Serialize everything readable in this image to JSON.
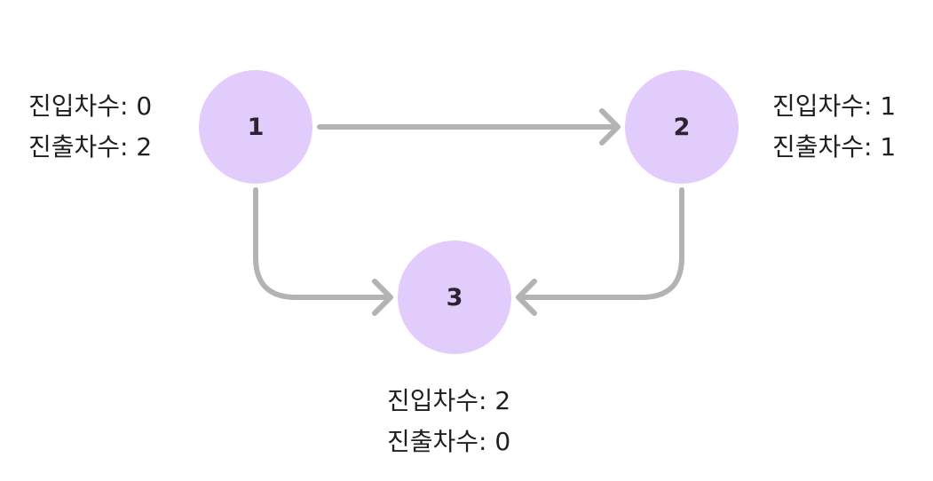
{
  "colors": {
    "node_fill": "#e2ccfb",
    "edge": "#b3b3b3",
    "text": "#1f1f1f"
  },
  "nodes": [
    {
      "id": "1",
      "label": "1",
      "in_degree": "진입차수: 0",
      "out_degree": "진출차수: 2"
    },
    {
      "id": "2",
      "label": "2",
      "in_degree": "진입차수: 1",
      "out_degree": "진출차수: 1"
    },
    {
      "id": "3",
      "label": "3",
      "in_degree": "진입차수: 2",
      "out_degree": "진출차수: 0"
    }
  ],
  "edges": [
    {
      "from": "1",
      "to": "2"
    },
    {
      "from": "1",
      "to": "3"
    },
    {
      "from": "2",
      "to": "3"
    }
  ]
}
